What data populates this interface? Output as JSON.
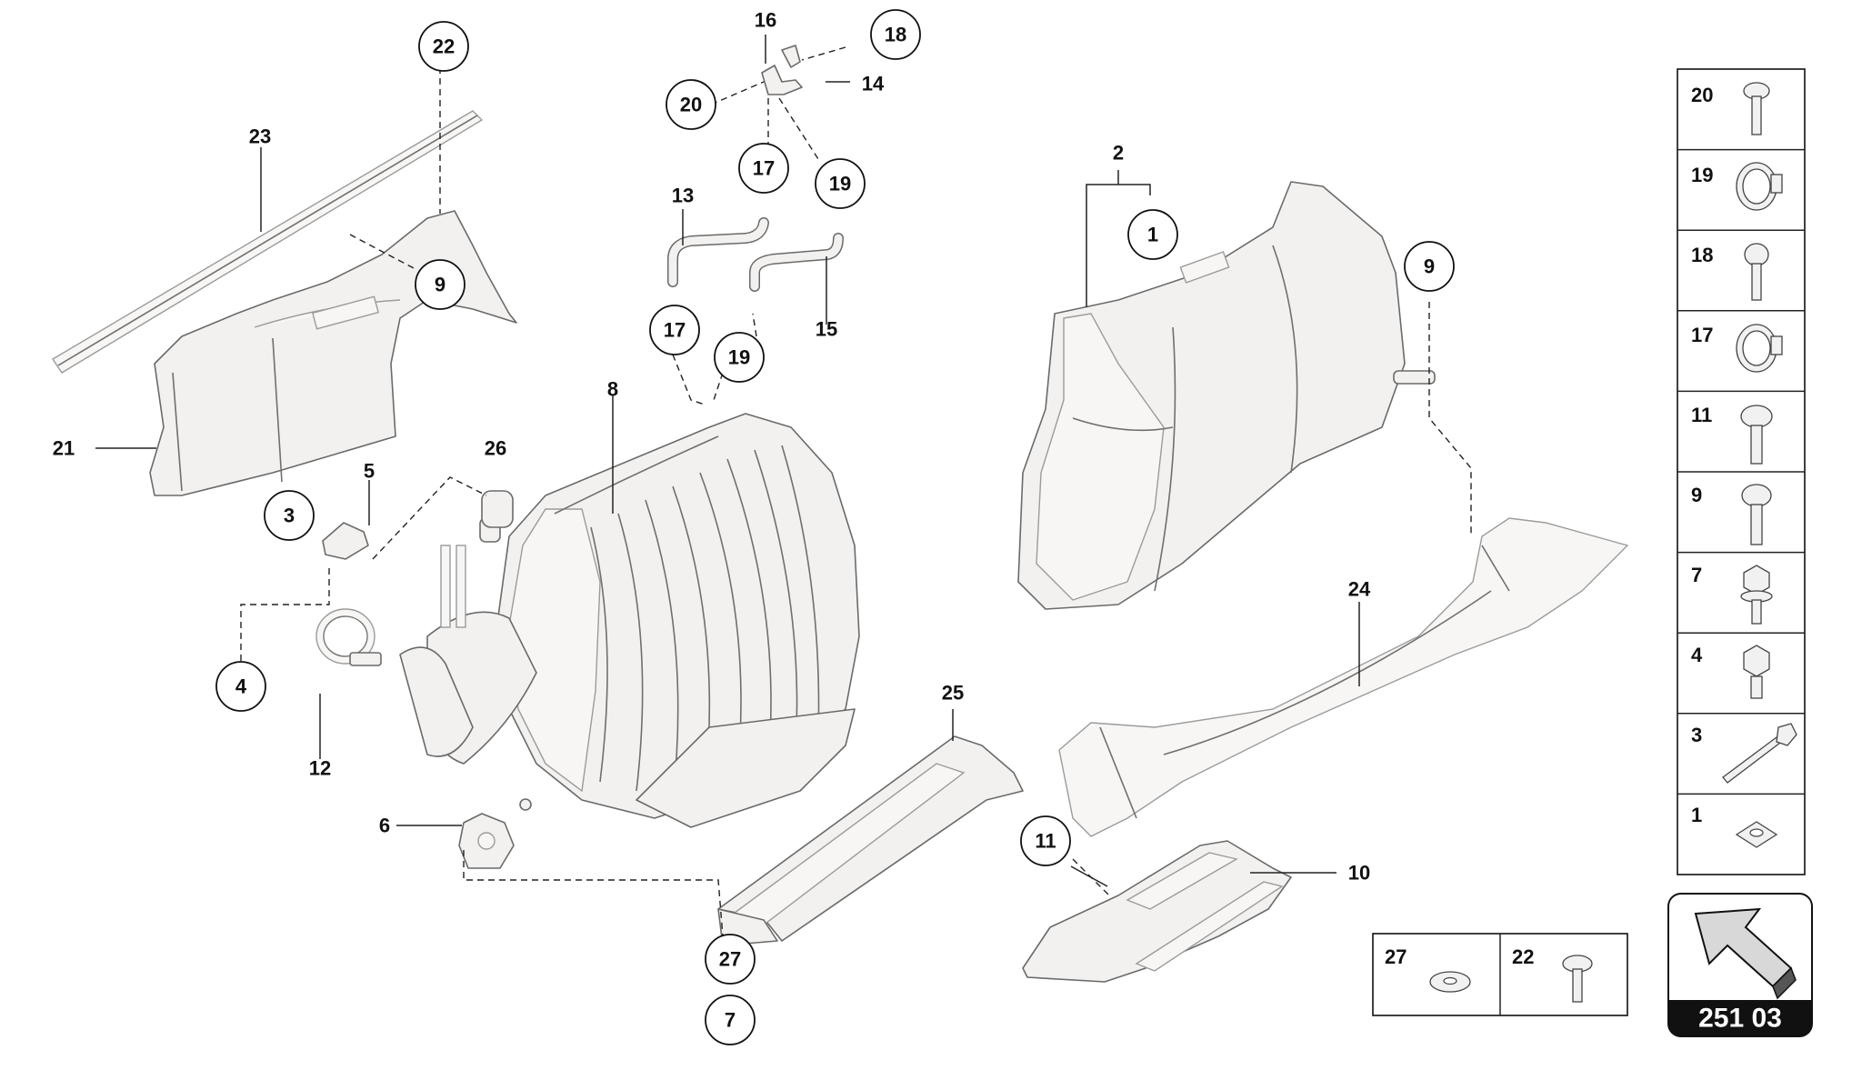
{
  "diagram": {
    "part_labels": {
      "p2": "2",
      "p5": "5",
      "p6": "6",
      "p8": "8",
      "p10": "10",
      "p12": "12",
      "p13": "13",
      "p14": "14",
      "p15": "15",
      "p16": "16",
      "p21": "21",
      "p23": "23",
      "p24": "24",
      "p25": "25",
      "p26": "26"
    },
    "callouts": {
      "c22": "22",
      "c9a": "9",
      "c3": "3",
      "c4": "4",
      "c20": "20",
      "c18": "18",
      "c17a": "17",
      "c19a": "19",
      "c17b": "17",
      "c19b": "19",
      "c1": "1",
      "c9b": "9",
      "c11": "11",
      "c27": "27",
      "c7": "7"
    }
  },
  "fastener_legend": [
    {
      "number": "20",
      "icon": "screw-icon"
    },
    {
      "number": "19",
      "icon": "hose-clamp-icon"
    },
    {
      "number": "18",
      "icon": "screw-icon"
    },
    {
      "number": "17",
      "icon": "hose-clamp-icon"
    },
    {
      "number": "11",
      "icon": "flange-screw-icon"
    },
    {
      "number": "9",
      "icon": "flange-screw-icon"
    },
    {
      "number": "7",
      "icon": "hex-flange-bolt-icon"
    },
    {
      "number": "4",
      "icon": "hex-bolt-icon"
    },
    {
      "number": "3",
      "icon": "long-bolt-icon"
    },
    {
      "number": "1",
      "icon": "square-nut-icon"
    }
  ],
  "small_legend": [
    {
      "number": "27",
      "icon": "washer-icon"
    },
    {
      "number": "22",
      "icon": "torx-screw-icon"
    }
  ],
  "page_code": "251 03",
  "arrow_icon": "direction-arrow-icon"
}
